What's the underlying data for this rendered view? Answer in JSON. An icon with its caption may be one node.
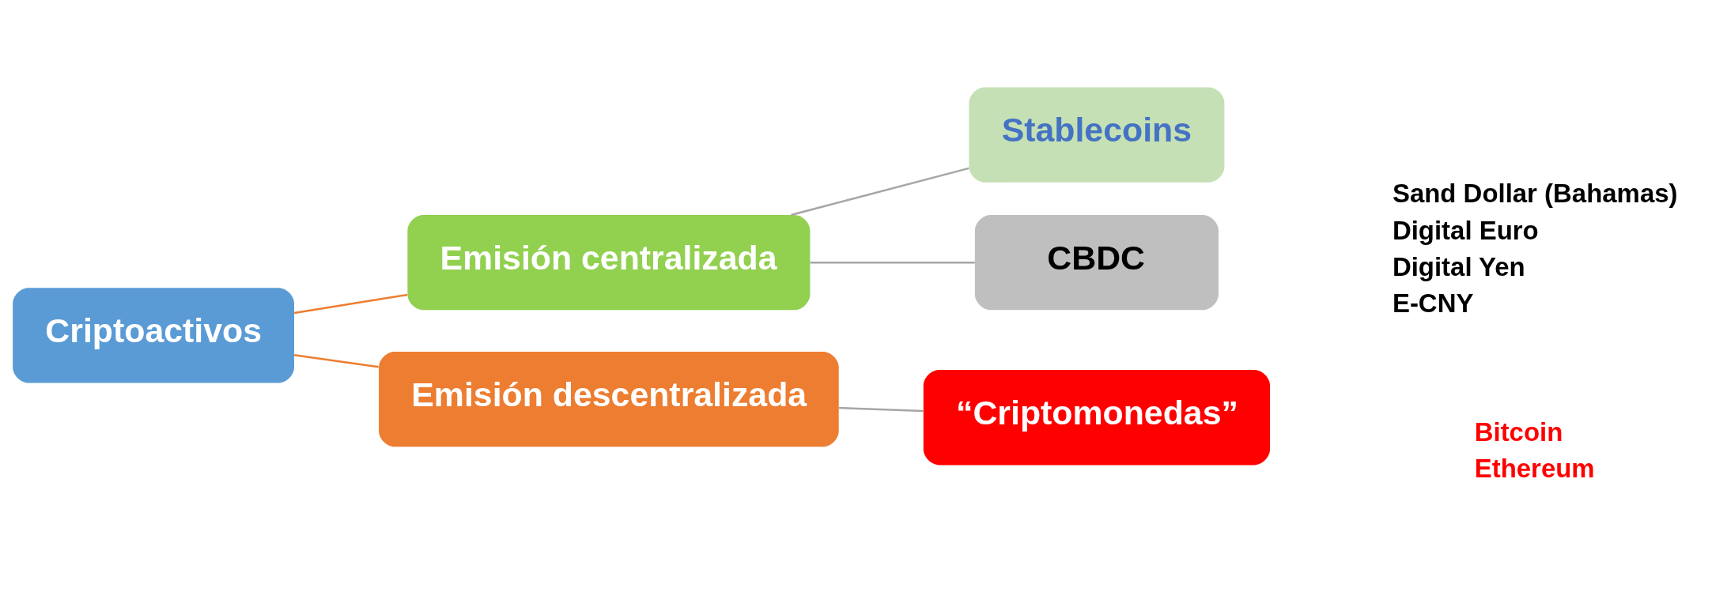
{
  "diagram": {
    "nodes": [
      {
        "text": [
          "Criptoactivos"
        ]
      },
      {
        "text": [
          "Emisión centralizada"
        ]
      },
      {
        "text": [
          "Emisión descentralizada"
        ]
      },
      {
        "text": [
          "Stablecoins"
        ]
      },
      {
        "text": [
          "CBDC"
        ],
        "beside": [
          "Sand Dollar (Bahamas)",
          "Digital Euro",
          "Digital Yen",
          "E-CNY"
        ]
      },
      {
        "text": [
          "“Criptomonedas”"
        ],
        "beside": [
          "Bitcoin",
          "Ethereum"
        ]
      }
    ],
    "edges": [
      {
        "from": 0,
        "to": 1,
        "arrow": "none",
        "color": "#ed7d31"
      },
      {
        "from": 0,
        "to": 2,
        "arrow": "none",
        "color": "#ed7d31"
      },
      {
        "from": 1,
        "to": 3,
        "arrow": "none"
      },
      {
        "from": 1,
        "to": 4,
        "arrow": "none"
      },
      {
        "from": 2,
        "to": 5,
        "arrow": "none"
      }
    ]
  }
}
